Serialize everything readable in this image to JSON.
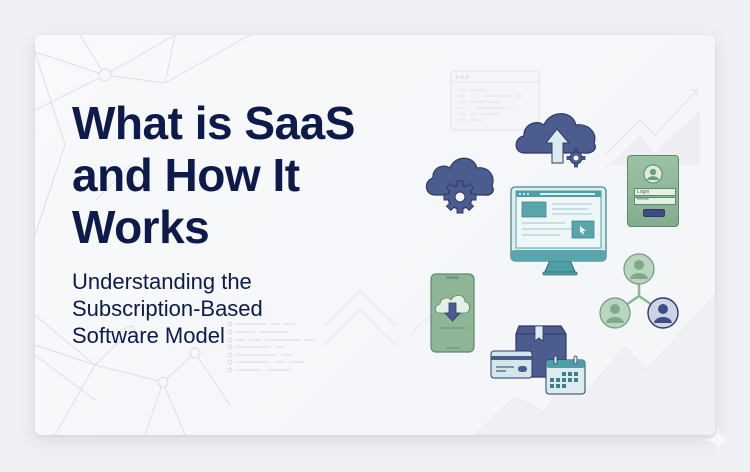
{
  "hero": {
    "title_lines": [
      "What is SaaS",
      "and How It",
      "Works"
    ],
    "subtitle_lines": [
      "Understanding the",
      "Subscription-Based",
      "Software Model"
    ]
  },
  "illustrations": {
    "login_card": {
      "username_placeholder": "Login",
      "password_mask": "******"
    },
    "icons": [
      "cloud-gear-icon",
      "cloud-upload-icon",
      "monitor-browser-icon",
      "login-card-icon",
      "phone-cloud-download-icon",
      "box-package-icon",
      "credit-card-icon",
      "calendar-icon",
      "users-network-icon"
    ]
  },
  "colors": {
    "title": "#0e1a4a",
    "navy": "#4a5a8e",
    "teal": "#4e9ea5",
    "green": "#8fb89a",
    "background": "#eef0f4"
  }
}
